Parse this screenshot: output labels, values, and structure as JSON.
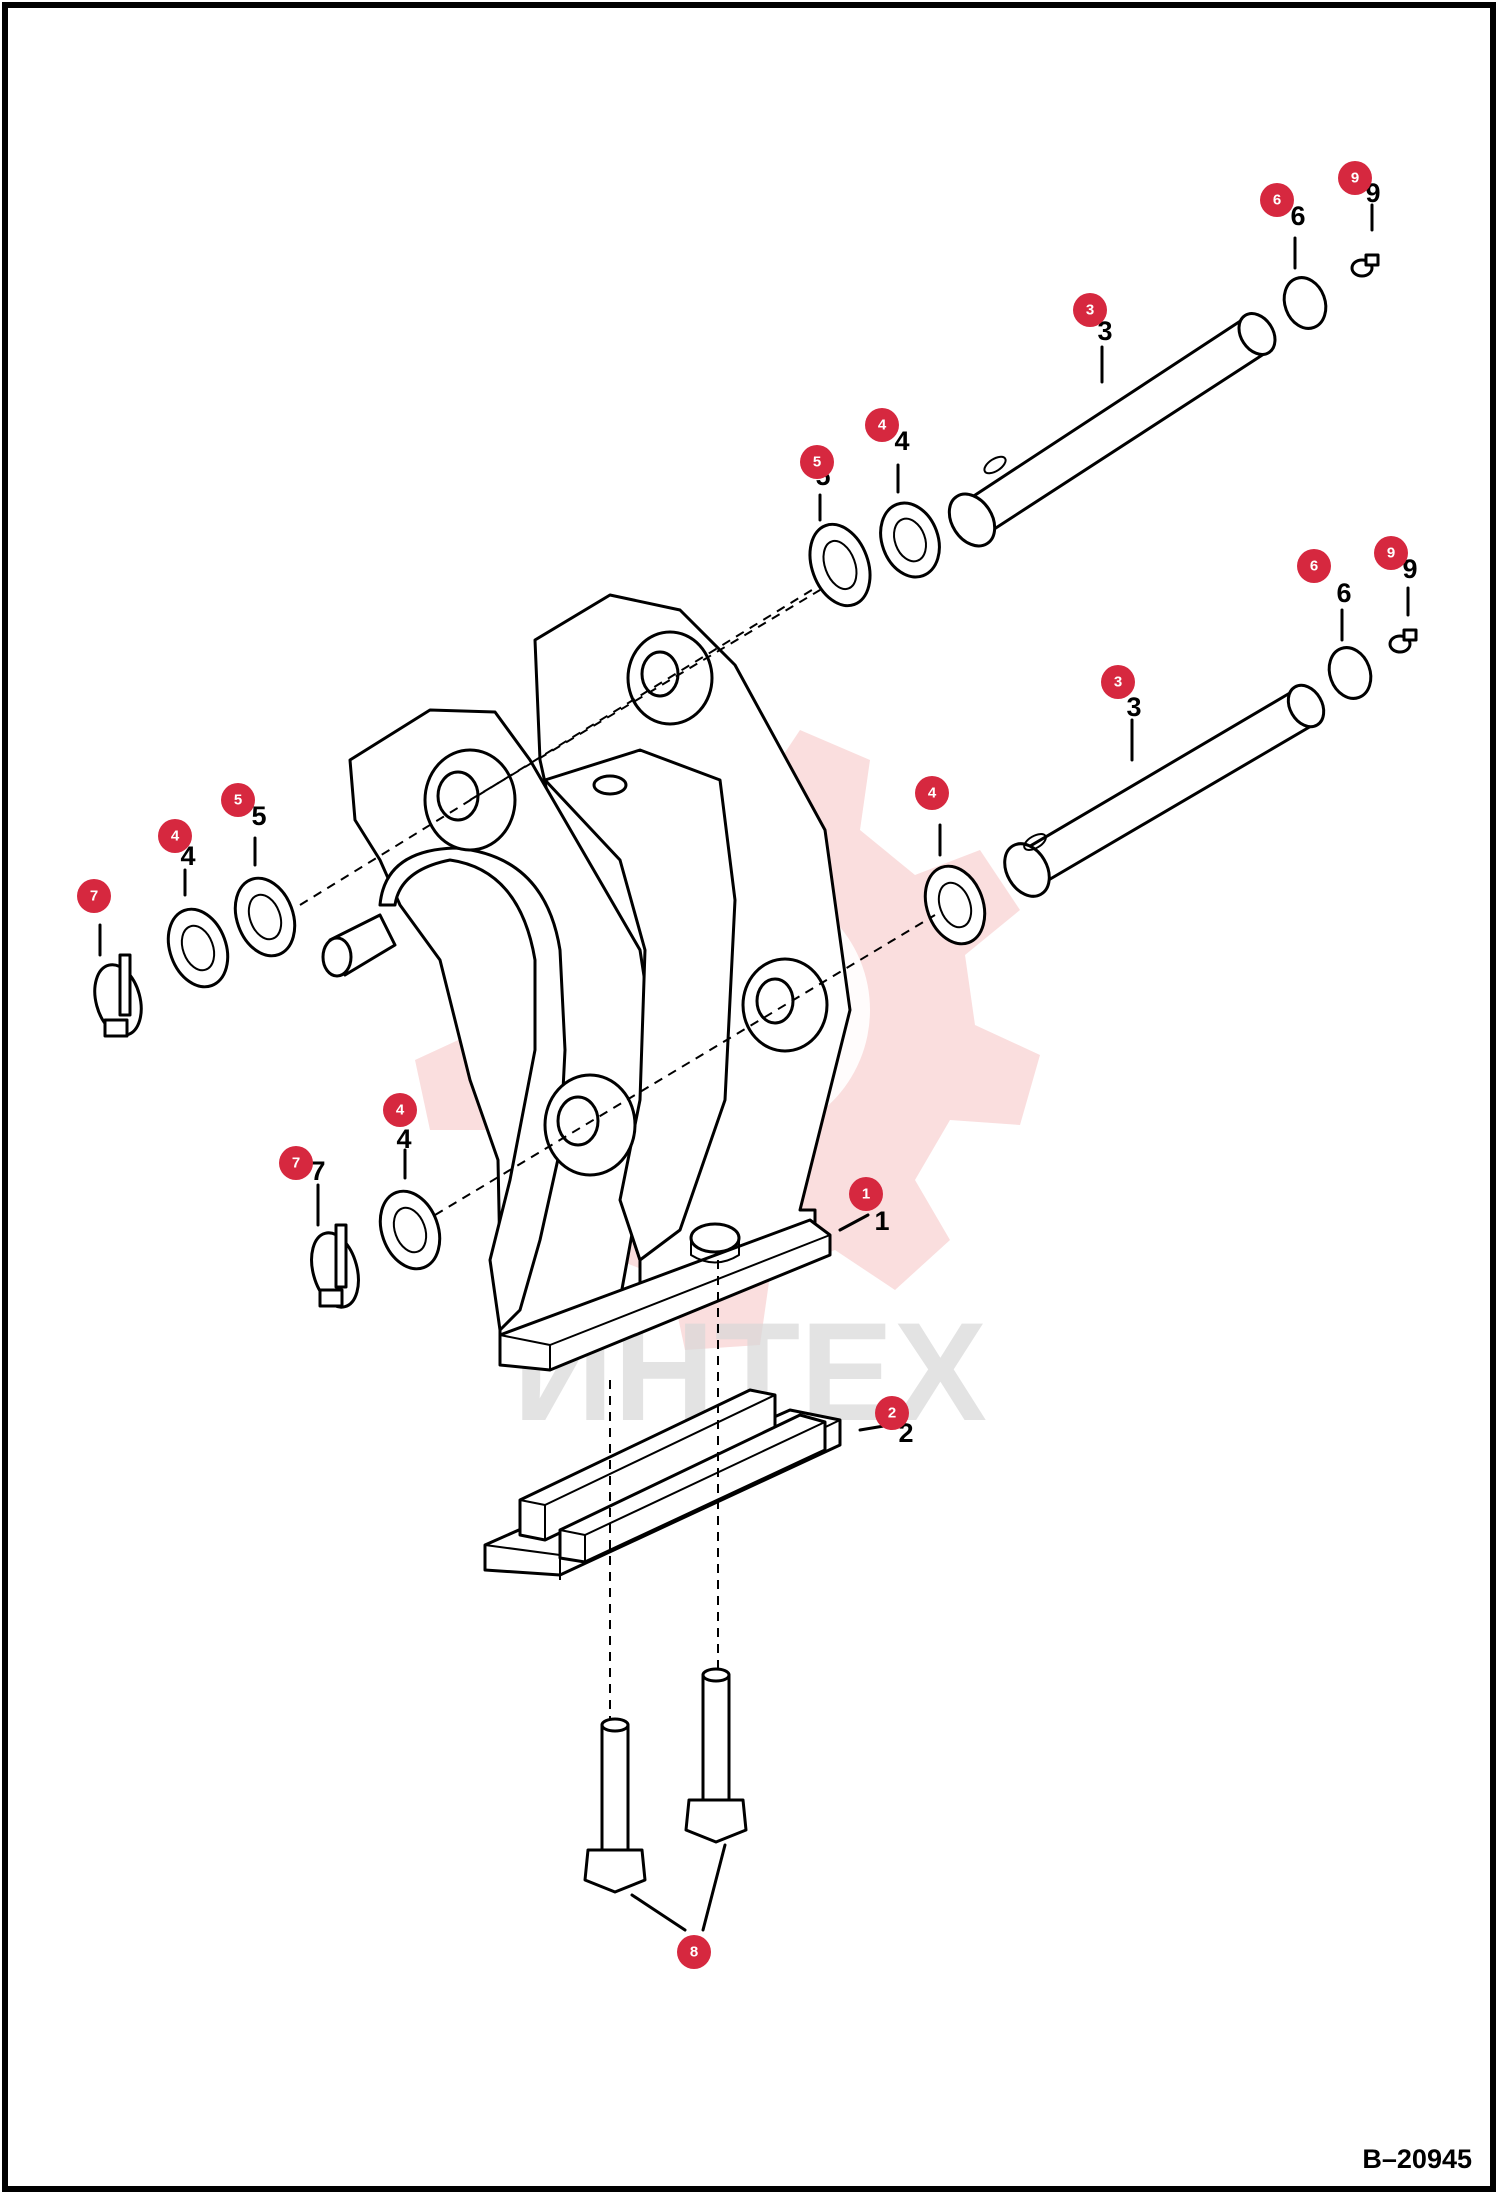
{
  "diagram": {
    "drawing_number": "B–20945",
    "watermark_text": "ИНТЕХ",
    "accent_color": "#d6283f",
    "callouts": [
      "1",
      "2",
      "3",
      "3",
      "4",
      "4",
      "4",
      "4",
      "5",
      "5",
      "6",
      "6",
      "7",
      "7",
      "8",
      "9",
      "9"
    ],
    "part_numbers": [
      "1",
      "2",
      "3",
      "3",
      "4",
      "4",
      "4",
      "5",
      "5",
      "6",
      "6",
      "7",
      "9",
      "9"
    ]
  }
}
